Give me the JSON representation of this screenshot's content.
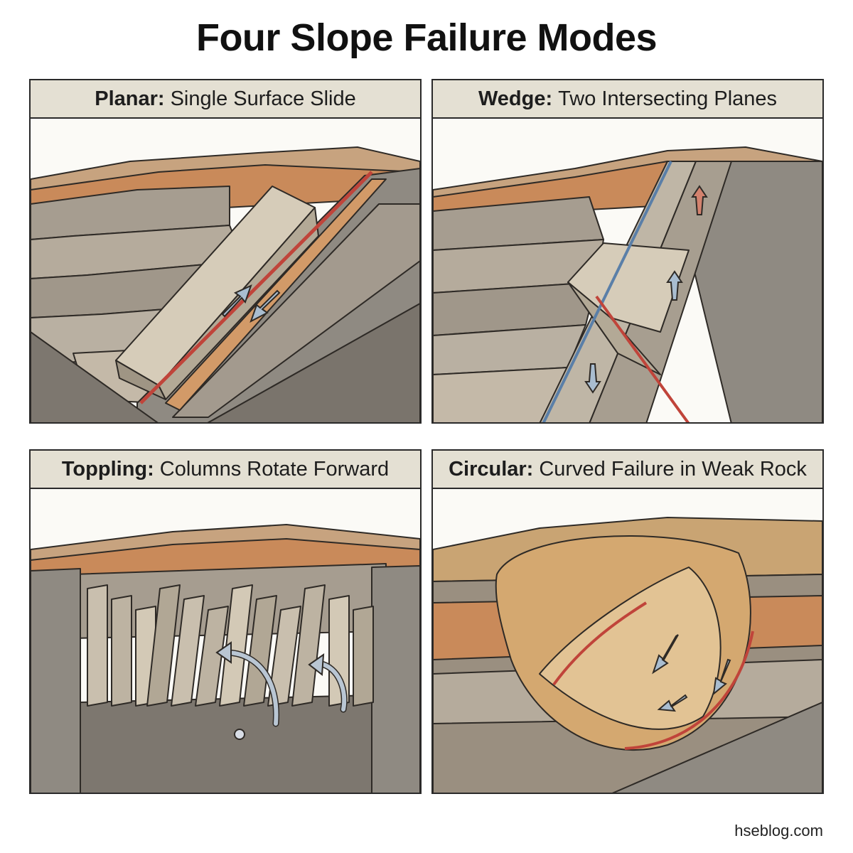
{
  "title": "Four Slope Failure Modes",
  "panels": [
    {
      "mode": "Planar:",
      "desc": "Single Surface Slide"
    },
    {
      "mode": "Wedge:",
      "desc": "Two Intersecting Planes"
    },
    {
      "mode": "Toppling:",
      "desc": "Columns Rotate Forward"
    },
    {
      "mode": "Circular:",
      "desc": "Curved Failure in Weak Rock"
    }
  ],
  "credit": "hseblog.com",
  "colors": {
    "rock_grey": "#8f8a82",
    "rock_light": "#c9bfae",
    "rock_orange": "#c98a5a",
    "failure_line": "#c0443a",
    "arrow_blue": "#a9bdd0",
    "outline": "#2e2a26"
  }
}
